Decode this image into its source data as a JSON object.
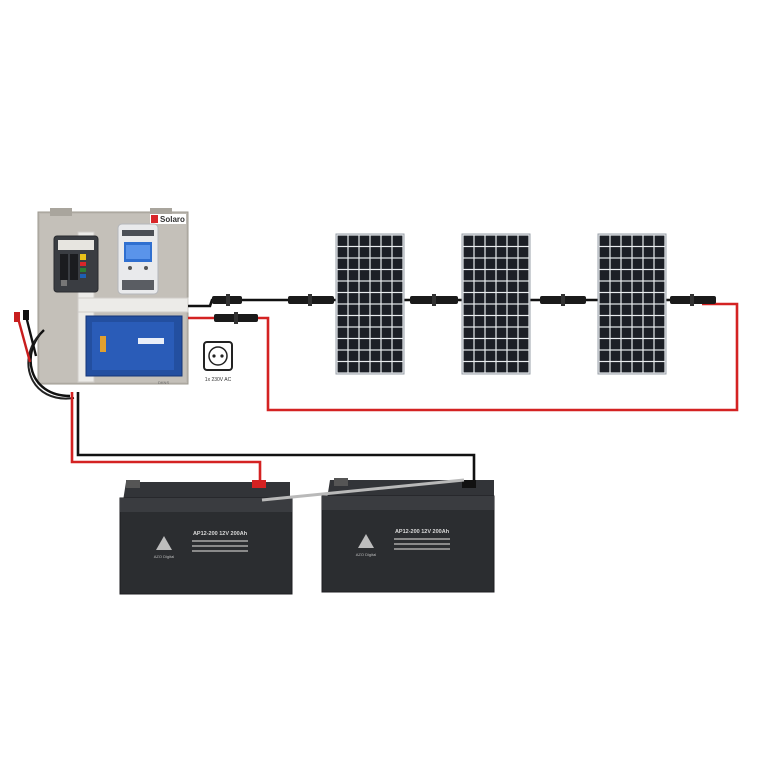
{
  "brand": {
    "name": "Solaro",
    "accent": "#d9262a"
  },
  "mounting_panel": {
    "sticker": "DKNS"
  },
  "socket": {
    "label": "1x 230V AC"
  },
  "batteries": [
    {
      "model": "AP12-200 12V 200Ah",
      "maker": "AZO Digital"
    },
    {
      "model": "AP12-200 12V 200Ah",
      "maker": "AZO Digital"
    }
  ],
  "colors": {
    "positive_wire": "#d42222",
    "negative_wire": "#111111",
    "jumper_wire": "#b9b9b9",
    "panel_cell": "#1c1f26",
    "panel_gap": "#e9ecef",
    "battery_body": "#2b2d30",
    "inverter": "#1d4fa3",
    "mount_plate": "#b8b4ad"
  },
  "solar_panels": {
    "count": 3,
    "cols": 6,
    "rows": 12
  }
}
